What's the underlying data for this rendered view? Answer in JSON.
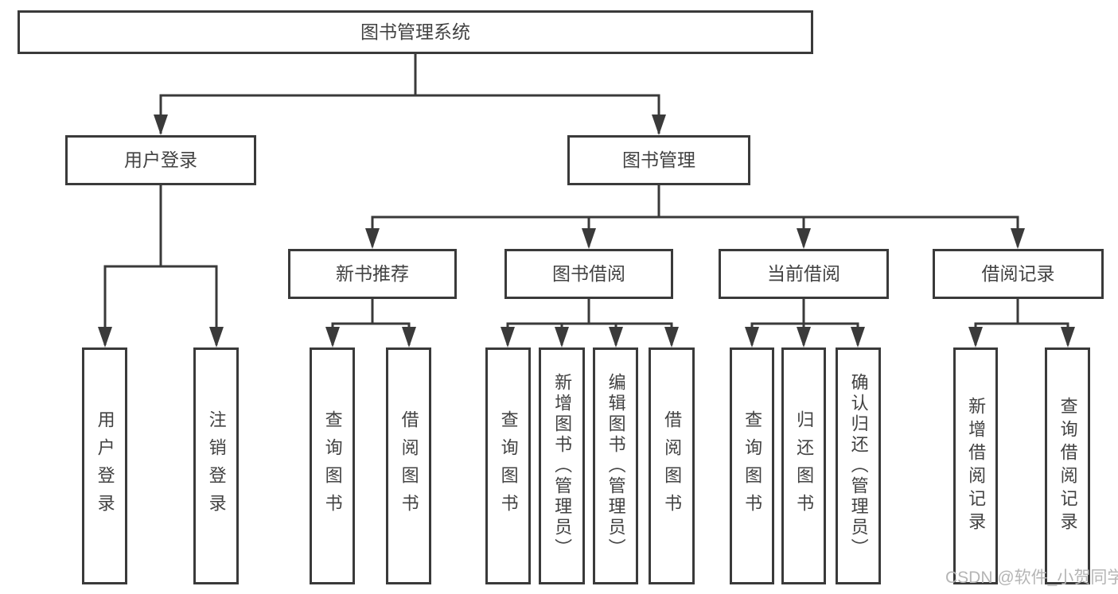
{
  "colors": {
    "line": "#3a3a3a",
    "text": "#424242",
    "watermark": "#b5b5b5",
    "background": "#ffffff"
  },
  "watermark": "CSDN @软件_小贺同学",
  "diagram": {
    "root": "图书管理系统",
    "user_login": {
      "label": "用户登录",
      "children": [
        "用户登录",
        "注销登录"
      ]
    },
    "book_mgmt": {
      "label": "图书管理",
      "sections": [
        {
          "label": "新书推荐",
          "children": [
            "查询图书",
            "借阅图书"
          ]
        },
        {
          "label": "图书借阅",
          "children": [
            "查询图书",
            "新增图书（管理员）",
            "编辑图书（管理员）",
            "借阅图书"
          ]
        },
        {
          "label": "当前借阅",
          "children": [
            "查询图书",
            "归还图书",
            "确认归还（管理员）"
          ]
        },
        {
          "label": "借阅记录",
          "children": [
            "新增借阅记录",
            "查询借阅记录"
          ]
        }
      ]
    }
  }
}
